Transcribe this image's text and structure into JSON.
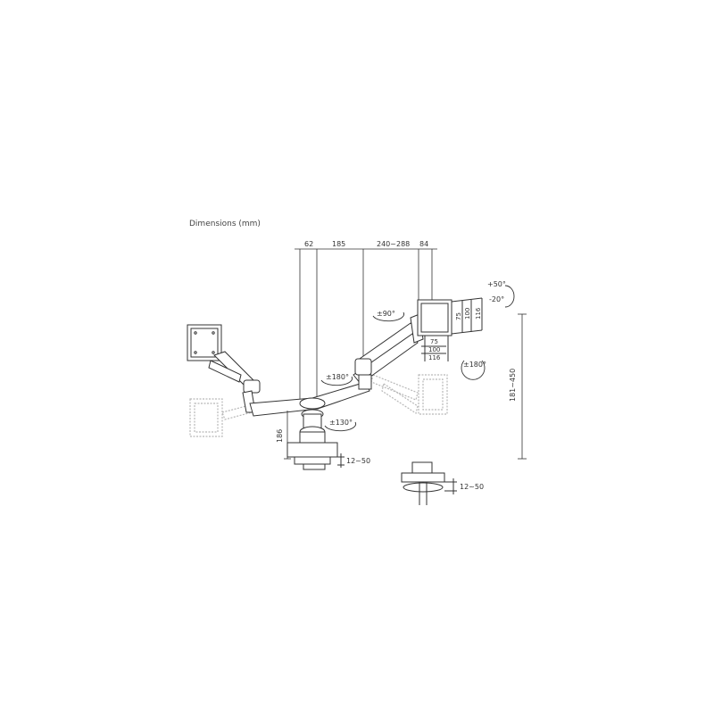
{
  "title": "Dimensions (mm)",
  "top_dims": [
    "62",
    "185",
    "240~288",
    "84"
  ],
  "rotations": {
    "left_arm": "±180°",
    "center": "±130°",
    "right_arm": "±90°",
    "screen_rotate": "±180°"
  },
  "tilt": {
    "up": "+50°",
    "down": "-20°"
  },
  "vesa": {
    "v75": "75",
    "v100": "100",
    "v116": "116"
  },
  "height_range": "181~450",
  "pole_height": "186",
  "desk_clamp_range": "12~50",
  "grommet_range": "12~50",
  "colors": {
    "line": "#333333",
    "ghost": "#b8b8b8",
    "bg": "#ffffff"
  }
}
